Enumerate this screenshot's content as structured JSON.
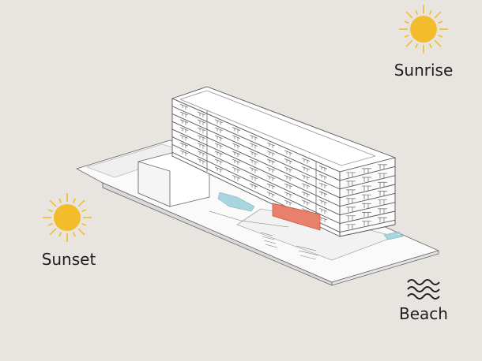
{
  "labels": {
    "sunrise": "Sunrise",
    "sunset": "Sunset",
    "beach": "Beach"
  },
  "icons": {
    "sunrise": "sun-icon",
    "sunset": "sun-icon",
    "beach": "waves-icon"
  },
  "colors": {
    "background": "#e8e5e0",
    "sun": "#f3bc2a",
    "highlight": "#e8806c",
    "pool": "#a9d6de",
    "building": "#ffffff",
    "line": "#555555"
  },
  "building": {
    "floors": 7
  }
}
